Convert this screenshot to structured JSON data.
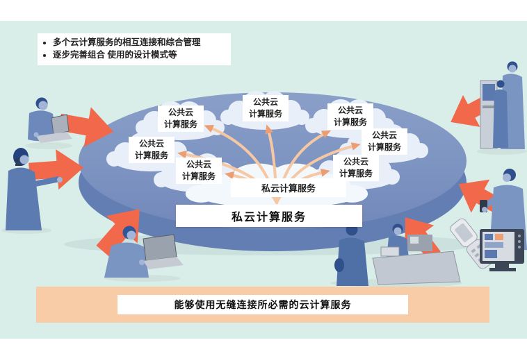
{
  "notes_box": {
    "items": [
      "多个云计算服务的相互连接和综合管理",
      "逐步完善组合 使用的设计模式等"
    ]
  },
  "platform": {
    "public_clouds": [
      {
        "line1": "公共云",
        "line2": "计算服务"
      },
      {
        "line1": "公共云",
        "line2": "计算服务"
      },
      {
        "line1": "公共云",
        "line2": "计算服务"
      },
      {
        "line1": "公共云",
        "line2": "计算服务"
      },
      {
        "line1": "公共云",
        "line2": "计算服务"
      },
      {
        "line1": "公共云",
        "line2": "计算服务"
      },
      {
        "line1": "公共云",
        "line2": "计算服务"
      }
    ],
    "private_cloud_label": "私云计算服务",
    "caption": "私云计算服务"
  },
  "banner": {
    "text": "能够使用无缝连接所必需的云计算服务"
  },
  "figures": {
    "top_left": "person-using-laptop",
    "left": "operator-with-headset",
    "bottom_left": "person-using-laptop",
    "top_right": "people-at-kiosk",
    "right": "person-using-mobile-phone",
    "bottom_right": "cashier-and-customer",
    "devices": [
      "flip-phone",
      "tv-monitor"
    ]
  },
  "colors": {
    "background": "#d9ede9",
    "page": "#ffffff",
    "platform_top": "#7e93c1",
    "platform_side": "#637eb3",
    "cloud": "#e8eff8",
    "central_cloud": "#f3f8fc",
    "arrow": "#f2684b",
    "connector": "#f5c7a2",
    "connector_head": "#ec9e72",
    "banner": "#f8cca6",
    "text": "#1f2430"
  }
}
